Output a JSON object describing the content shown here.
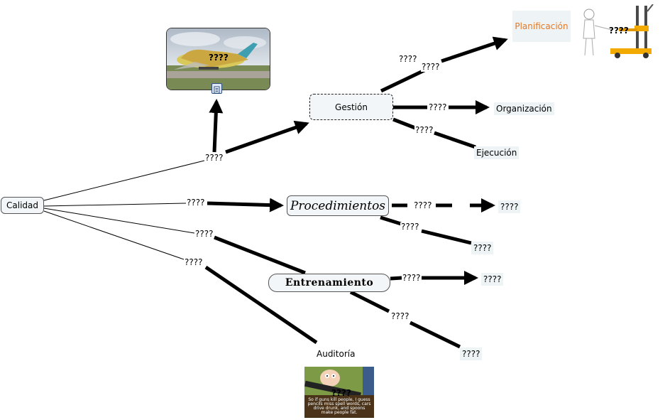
{
  "colors": {
    "line": "#000000",
    "concept_fill": "#f2f6f8",
    "plain_fill": "#eef3f6",
    "planificacion_text": "#e87722"
  },
  "nodes": {
    "calidad": "Calidad",
    "gestion": "Gestión",
    "procedimientos": "Procedimientos",
    "entrenamiento": "Entrenamiento",
    "auditoria": "Auditoría",
    "planificacion": "Planificación",
    "organizacion": "Organización",
    "ejecucion": "Ejecución",
    "proc_target_1": "????",
    "proc_target_2": "????",
    "entr_target_1": "????",
    "entr_target_2": "????"
  },
  "links": {
    "calidad_to_top": "????",
    "calidad_to_proc": "????",
    "calidad_to_entr": "????",
    "calidad_to_aud": "????",
    "gestion_to_plan_a": "????",
    "gestion_to_plan_b": "????",
    "gestion_to_org": "????",
    "gestion_to_ejec": "????",
    "proc_to_t1": "????",
    "proc_to_t2": "????",
    "entr_to_t1": "????",
    "entr_to_t2": "????"
  },
  "images": {
    "airplane_label": "????",
    "forklift_label": "????",
    "cartoon_label": "????",
    "cartoon_caption": "So if guns kill people, I guess pencils miss spell words, cars drive drunk, and spoons make people fat.",
    "resource_icon": "document-icon"
  }
}
